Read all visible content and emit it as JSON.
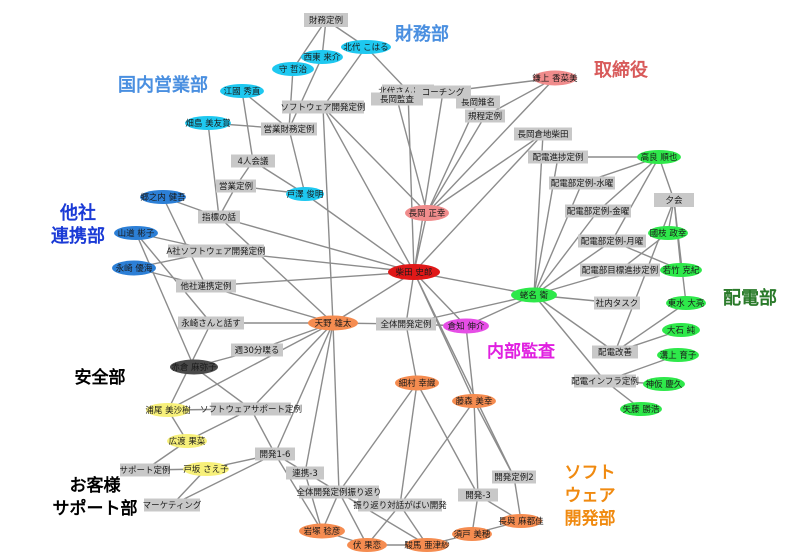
{
  "colors": {
    "meeting": "#c8c8c8",
    "finance": "#1ec8f0",
    "sales": "#1ec8f0",
    "board": "#f08c8c",
    "partner": "#2c7fd6",
    "safety": "#4a4a4a",
    "support": "#f7f07a",
    "software": "#f58c50",
    "audit": "#e64ee6",
    "electric": "#2ee84a",
    "center": "#e01818"
  },
  "group_labels": [
    {
      "id": "finance",
      "text": "財務部",
      "color": "#4a8fe0"
    },
    {
      "id": "sales",
      "text": "国内営業部",
      "color": "#4a8fe0"
    },
    {
      "id": "board",
      "text": "取締役",
      "color": "#d85a5a"
    },
    {
      "id": "partner1",
      "text": "他社",
      "color": "#1a3ad6"
    },
    {
      "id": "partner2",
      "text": "連携部",
      "color": "#1a3ad6"
    },
    {
      "id": "electric",
      "text": "配電部",
      "color": "#2a7a2a"
    },
    {
      "id": "audit",
      "text": "内部監査",
      "color": "#e020e0"
    },
    {
      "id": "safety",
      "text": "安全部",
      "color": "#000000"
    },
    {
      "id": "support1",
      "text": "お客様",
      "color": "#000000"
    },
    {
      "id": "support2",
      "text": "サポート部",
      "color": "#000000"
    },
    {
      "id": "soft1",
      "text": "ソフト",
      "color": "#f08a10"
    },
    {
      "id": "soft2",
      "text": "ウェア",
      "color": "#f08a10"
    },
    {
      "id": "soft3",
      "text": "開発部",
      "color": "#f08a10"
    }
  ],
  "nodes": [
    {
      "id": "m_zaimu",
      "label": "財務定例",
      "kind": "meeting"
    },
    {
      "id": "p_kitashiro",
      "label": "北代 こはる",
      "kind": "finance"
    },
    {
      "id": "p_nishihigashi",
      "label": "西東 来介",
      "kind": "finance"
    },
    {
      "id": "p_mamoru",
      "label": "守 哲治",
      "kind": "finance"
    },
    {
      "id": "p_emi",
      "label": "江國 秀直",
      "kind": "sales"
    },
    {
      "id": "p_hatajima",
      "label": "畑島 美友賞",
      "kind": "sales"
    },
    {
      "id": "m_soft_kaihatsu",
      "label": "ソフトウェア開発定例",
      "kind": "meeting"
    },
    {
      "id": "m_eigyo_zaimu",
      "label": "営業財務定例",
      "kind": "meeting"
    },
    {
      "id": "m_kitashiro_talk",
      "label": "北代さんと話す",
      "kind": "meeting"
    },
    {
      "id": "m_kansa",
      "label": "長岡監査",
      "kind": "meeting"
    },
    {
      "id": "m_nagaoka_ue",
      "label": "長岡雉名",
      "kind": "meeting"
    },
    {
      "id": "m_coaching",
      "label": "コーチング",
      "kind": "meeting"
    },
    {
      "id": "p_sano",
      "label": "鎌上 香菜美",
      "kind": "board"
    },
    {
      "id": "m_kitei",
      "label": "規程定例",
      "kind": "meeting"
    },
    {
      "id": "m_nagaoka_kura",
      "label": "長岡倉地柴田",
      "kind": "meeting"
    },
    {
      "id": "m_yonin",
      "label": "4人会議",
      "kind": "meeting"
    },
    {
      "id": "m_eigyo",
      "label": "営業定例",
      "kind": "meeting"
    },
    {
      "id": "p_hayato",
      "label": "戸澤 俊明",
      "kind": "sales"
    },
    {
      "id": "p_nagaoka",
      "label": "長岡 正幸",
      "kind": "board"
    },
    {
      "id": "m_haiden_shinchoku",
      "label": "配電進捗定例",
      "kind": "meeting"
    },
    {
      "id": "p_takara",
      "label": "高良 順也",
      "kind": "electric"
    },
    {
      "id": "m_haiden_sui",
      "label": "配電部定例-水曜",
      "kind": "meeting"
    },
    {
      "id": "p_orinouchi",
      "label": "郷之内 健吾",
      "kind": "partner"
    },
    {
      "id": "m_shihyo",
      "label": "指標の話",
      "kind": "meeting"
    },
    {
      "id": "m_yukai",
      "label": "夕会",
      "kind": "meeting"
    },
    {
      "id": "m_haiden_kin",
      "label": "配電部定例-金曜",
      "kind": "meeting"
    },
    {
      "id": "p_yamamichi",
      "label": "山道 彬子",
      "kind": "partner"
    },
    {
      "id": "m_ahasoft",
      "label": "A社ソフトウェア開発定例",
      "kind": "meeting"
    },
    {
      "id": "p_kunimatsu",
      "label": "國枝 政幸",
      "kind": "electric"
    },
    {
      "id": "m_haiden_getsu",
      "label": "配電部定例-月曜",
      "kind": "meeting"
    },
    {
      "id": "p_nagasaki",
      "label": "永崎 優海",
      "kind": "partner"
    },
    {
      "id": "p_shibata",
      "label": "柴田 史郎",
      "kind": "center"
    },
    {
      "id": "p_wakatake",
      "label": "若竹 克紀",
      "kind": "electric"
    },
    {
      "id": "m_haiden_mokuhyo",
      "label": "配電部目標進捗定例",
      "kind": "meeting"
    },
    {
      "id": "m_tasha_renkei",
      "label": "他社連携定例",
      "kind": "meeting"
    },
    {
      "id": "p_ebina",
      "label": "蛯名 衛",
      "kind": "electric"
    },
    {
      "id": "m_shanai_task",
      "label": "社内タスク",
      "kind": "meeting"
    },
    {
      "id": "p_higashimizu",
      "label": "東水 大亮",
      "kind": "electric"
    },
    {
      "id": "m_nagasaki_talk",
      "label": "永崎さんと話す",
      "kind": "meeting"
    },
    {
      "id": "p_amano",
      "label": "天野 雄太",
      "kind": "software"
    },
    {
      "id": "m_zentai_kaihatsu",
      "label": "全体開発定例",
      "kind": "meeting"
    },
    {
      "id": "p_kurachi",
      "label": "倉知 伸介",
      "kind": "audit"
    },
    {
      "id": "p_oishi",
      "label": "大石 純",
      "kind": "electric"
    },
    {
      "id": "m_shu30",
      "label": "週30分喋る",
      "kind": "meeting"
    },
    {
      "id": "m_haiden_kaizen",
      "label": "配電改善",
      "kind": "meeting"
    },
    {
      "id": "p_mizokami",
      "label": "溝上 育子",
      "kind": "electric"
    },
    {
      "id": "p_akakura",
      "label": "赤倉 麻弥子",
      "kind": "safety"
    },
    {
      "id": "p_hosomura",
      "label": "細村 幸織",
      "kind": "software"
    },
    {
      "id": "m_haiden_infra",
      "label": "配電インフラ定例",
      "kind": "meeting"
    },
    {
      "id": "p_kamiyama",
      "label": "神仮 慶久",
      "kind": "electric"
    },
    {
      "id": "p_fujimori",
      "label": "藤森 美幸",
      "kind": "software"
    },
    {
      "id": "p_urao",
      "label": "浦尾 美沙樹",
      "kind": "support"
    },
    {
      "id": "m_soft_support",
      "label": "ソフトウェアサポート定例",
      "kind": "meeting"
    },
    {
      "id": "p_yabe",
      "label": "矢藤 勝浩",
      "kind": "electric"
    },
    {
      "id": "p_hirose",
      "label": "広渡 果菜",
      "kind": "support"
    },
    {
      "id": "m_kaihatsu16",
      "label": "開発1-6",
      "kind": "meeting"
    },
    {
      "id": "m_support",
      "label": "サポート定例",
      "kind": "meeting"
    },
    {
      "id": "p_tosaka",
      "label": "戸坂 さえ子",
      "kind": "support"
    },
    {
      "id": "m_renkei3",
      "label": "連携-3",
      "kind": "meeting"
    },
    {
      "id": "m_kaihatsu2",
      "label": "開発定例2",
      "kind": "meeting"
    },
    {
      "id": "m_zentai_furikaeri",
      "label": "全体開発定例振り返り",
      "kind": "meeting"
    },
    {
      "id": "m_furikaeri",
      "label": "振り返り対話がばい開発",
      "kind": "meeting"
    },
    {
      "id": "m_kaihatsu3",
      "label": "開発-3",
      "kind": "meeting"
    },
    {
      "id": "m_marketing",
      "label": "マーケティング",
      "kind": "meeting"
    },
    {
      "id": "p_iwatsuka",
      "label": "岩塚 稔彦",
      "kind": "software"
    },
    {
      "id": "p_sunohara",
      "label": "須戸 美穂",
      "kind": "software"
    },
    {
      "id": "p_osaka",
      "label": "長與 麻都佳",
      "kind": "software"
    },
    {
      "id": "p_fuku",
      "label": "伏 果恋",
      "kind": "software"
    },
    {
      "id": "p_ryoma",
      "label": "駿馬 亜津紗",
      "kind": "software"
    }
  ]
}
